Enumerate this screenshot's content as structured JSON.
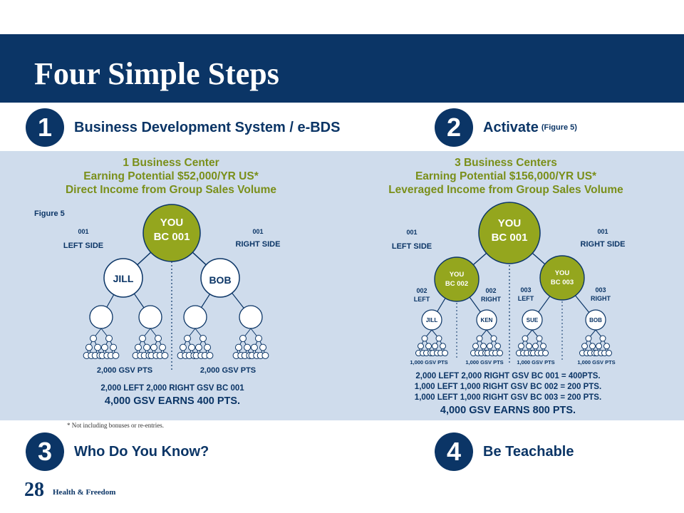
{
  "title": "Four Simple Steps",
  "steps": [
    {
      "num": "1",
      "label": "Business Development System / e-BDS",
      "sub": ""
    },
    {
      "num": "2",
      "label": "Activate",
      "sub": "(Figure 5)"
    },
    {
      "num": "3",
      "label": "Who Do You Know?",
      "sub": ""
    },
    {
      "num": "4",
      "label": "Be Teachable",
      "sub": ""
    }
  ],
  "left_panel": {
    "heading": [
      "1 Business Center",
      "Earning Potential $52,000/YR US*",
      "Direct Income from Group Sales Volume"
    ],
    "figure_label": "Figure 5",
    "root": [
      "YOU",
      "BC 001"
    ],
    "left_side": [
      "001",
      "LEFT SIDE"
    ],
    "right_side": [
      "001",
      "RIGHT SIDE"
    ],
    "children": [
      "JILL",
      "BOB"
    ],
    "pts_left": "2,000 GSV PTS",
    "pts_right": "2,000 GSV PTS",
    "summary_line": "2,000 LEFT 2,000 RIGHT GSV BC 001",
    "summary_big": "4,000 GSV EARNS 400 PTS."
  },
  "right_panel": {
    "heading": [
      "3 Business Centers",
      "Earning Potential $156,000/YR US*",
      "Leveraged Income from Group Sales Volume"
    ],
    "root": [
      "YOU",
      "BC 001"
    ],
    "left_side": [
      "001",
      "LEFT SIDE"
    ],
    "right_side": [
      "001",
      "RIGHT SIDE"
    ],
    "sub_centers": [
      [
        "YOU",
        "BC 002"
      ],
      [
        "YOU",
        "BC 003"
      ]
    ],
    "side_labels": [
      [
        "002",
        "LEFT"
      ],
      [
        "002",
        "RIGHT"
      ],
      [
        "003",
        "LEFT"
      ],
      [
        "003",
        "RIGHT"
      ]
    ],
    "leaves": [
      "JILL",
      "KEN",
      "SUE",
      "BOB"
    ],
    "pts": "1,000 GSV PTS",
    "summary_lines": [
      "2,000 LEFT 2,000 RIGHT GSV BC 001 = 400PTS.",
      "1,000 LEFT 1,000 RIGHT GSV BC 002 = 200 PTS.",
      "1,000 LEFT 1,000 RIGHT GSV BC 003 = 200 PTS."
    ],
    "summary_big": "4,000 GSV EARNS 800 PTS."
  },
  "footnote": "* Not including bonuses or re-entries.",
  "page_number": "28",
  "page_label": "Health & Freedom",
  "colors": {
    "navy": "#0b3566",
    "olive": "#94a61e",
    "panel": "#cfdcec",
    "heading": "#7a8f1a"
  }
}
